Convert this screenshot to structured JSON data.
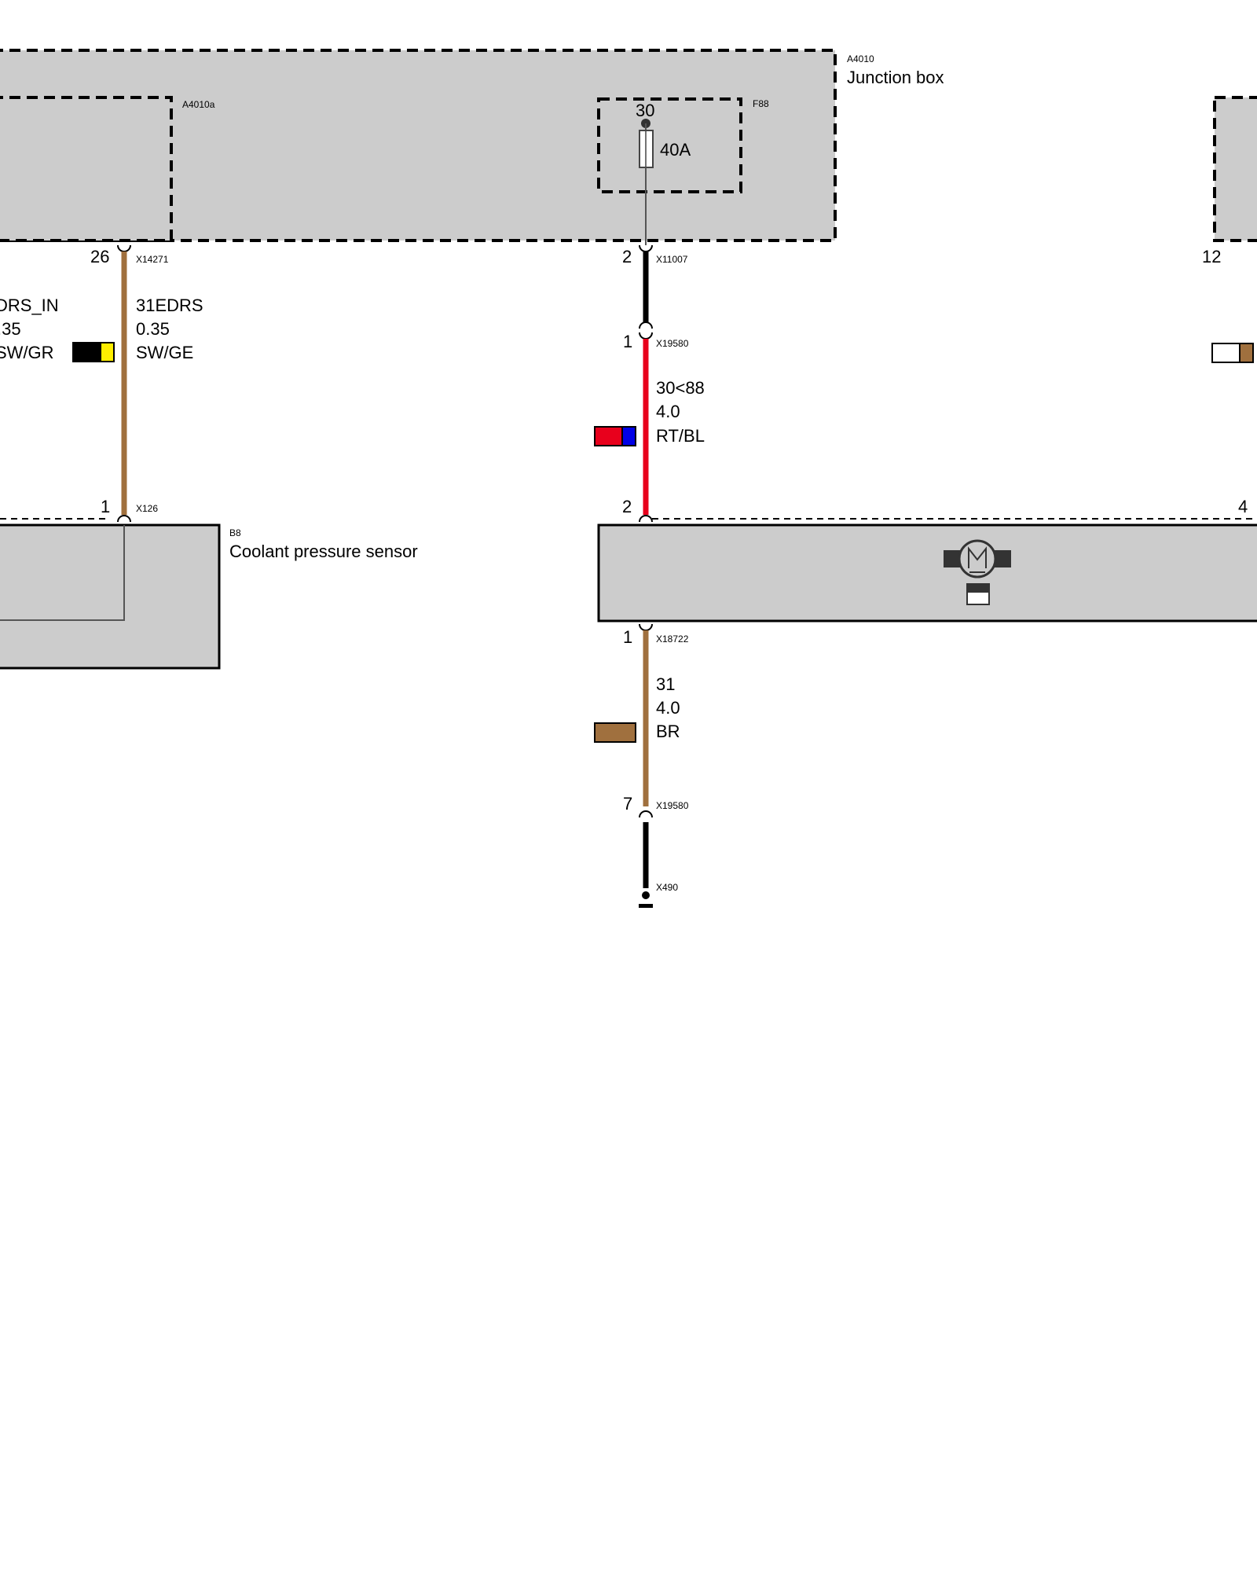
{
  "junction_box": {
    "code": "A4010",
    "title": "Junction box"
  },
  "sub_box_left": {
    "code": "A4010a"
  },
  "fuse": {
    "code": "F88",
    "terminal": "30",
    "rating": "40A"
  },
  "connectors": {
    "x14271": {
      "code": "X14271",
      "pin": "26"
    },
    "x11007": {
      "code": "X11007",
      "pin": "2"
    },
    "x19580_top": {
      "code": "X19580",
      "pin": "1"
    },
    "x126": {
      "code": "X126",
      "pin": "1"
    },
    "pump_in": {
      "pin": "2"
    },
    "pump_right": {
      "pin": "4"
    },
    "x18722": {
      "code": "X18722",
      "pin": "1"
    },
    "x19580_bottom": {
      "code": "X19580",
      "pin": "7"
    },
    "x490": {
      "code": "X490"
    },
    "right_box": {
      "pin": "12"
    }
  },
  "wires": {
    "left_partial": {
      "signal": "DRS_IN",
      "gauge": ".35",
      "color": "SW/GR"
    },
    "edrs": {
      "signal": "31EDRS",
      "gauge": "0.35",
      "color": "SW/GE"
    },
    "supply": {
      "signal": "30<88",
      "gauge": "4.0",
      "color": "RT/BL"
    },
    "ground": {
      "signal": "31",
      "gauge": "4.0",
      "color": "BR"
    }
  },
  "sensor": {
    "code": "B8",
    "title": "Coolant pressure sensor"
  },
  "pump_icon": "electric-motor-icon",
  "colors": {
    "box_fill": "#cccccc",
    "wire_brown": "#a0703e",
    "wire_black": "#000000",
    "wire_red": "#e8001c",
    "wire_blue": "#0000e6",
    "wire_yellow": "#ffee00"
  }
}
